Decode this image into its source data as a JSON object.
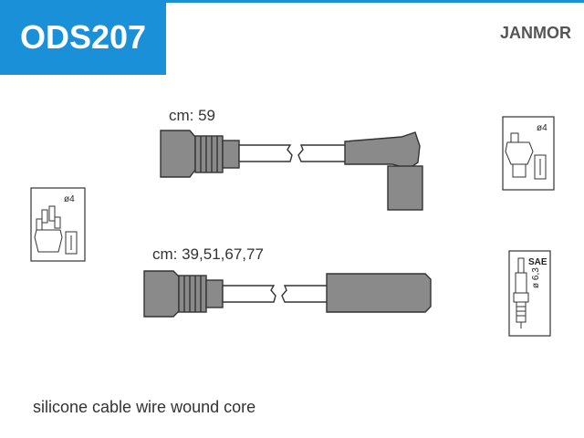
{
  "header": {
    "code": "ODS207",
    "brand": "JANMOR",
    "accent_color": "#1a90d8"
  },
  "cables": [
    {
      "length_label": "cm: 59",
      "type": "straight-to-angled"
    },
    {
      "length_label": "cm: 39,51,67,77",
      "type": "straight-to-straight"
    }
  ],
  "icons": {
    "distributor_left": {
      "label": "ø4",
      "icon": "distributor-cap-icon"
    },
    "distributor_right": {
      "label": "ø4",
      "icon": "distributor-cap-icon"
    },
    "spark_plug": {
      "standard": "SAE",
      "size": "ø 6,3",
      "icon": "spark-plug-icon"
    }
  },
  "footer": {
    "description": "silicone cable wire wound core"
  }
}
